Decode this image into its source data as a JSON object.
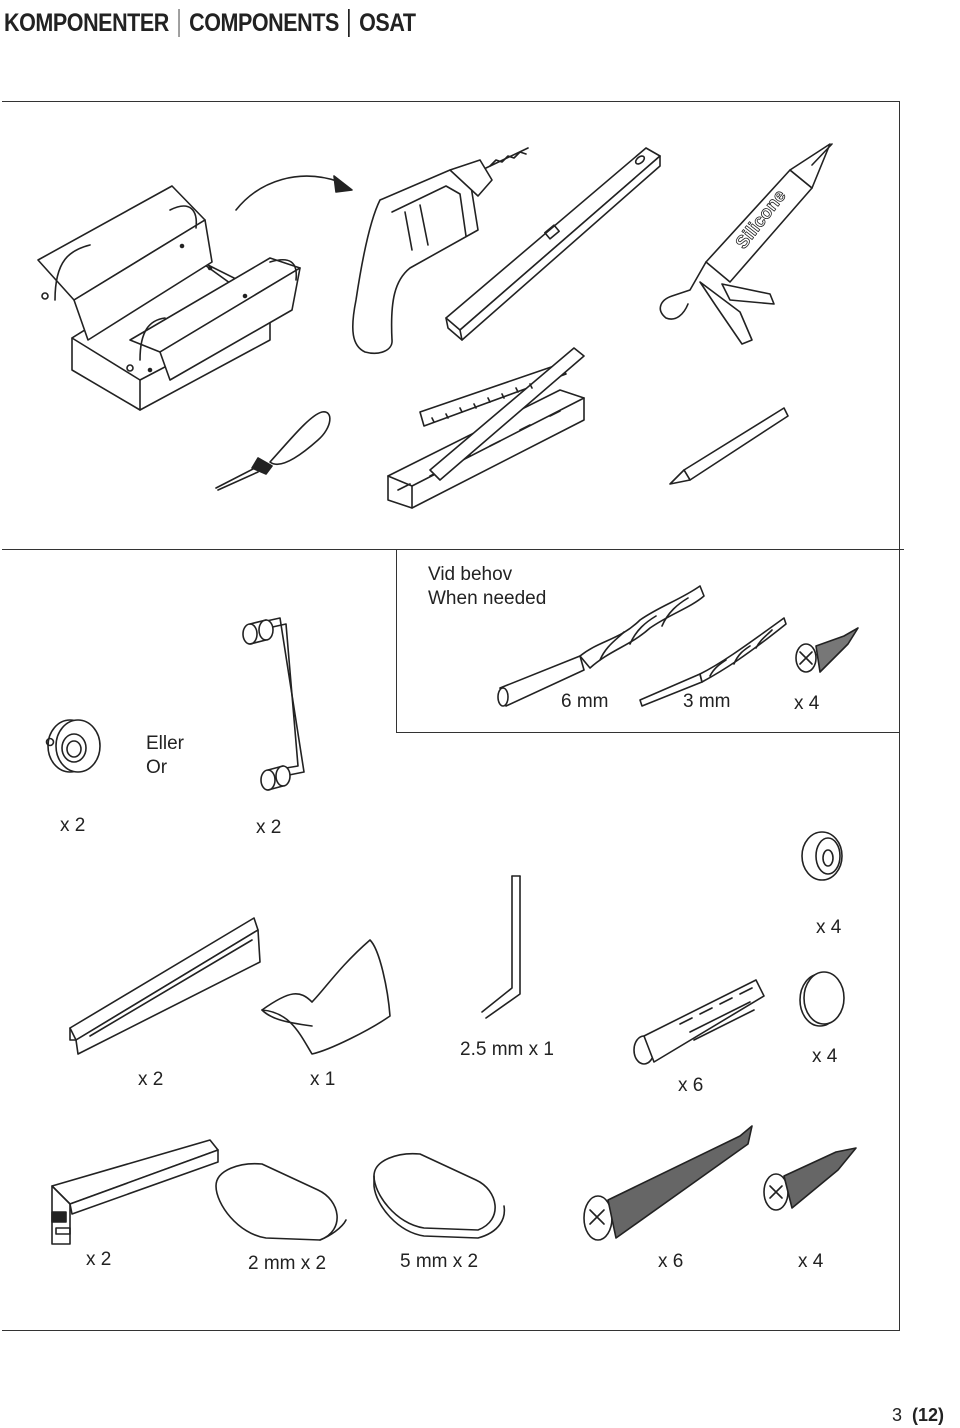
{
  "header": {
    "title_sv": "KOMPONENTER",
    "title_en": "COMPONENTS",
    "title_fi": "OSAT"
  },
  "needed_box": {
    "line1": "Vid behov",
    "line2": "When needed",
    "drill_6": "6 mm",
    "drill_3": "3 mm",
    "screw_qty": "x 4"
  },
  "parts": {
    "wall_flange_qty": "x 2",
    "or_sv": "Eller",
    "or_en": "Or",
    "rod_qty": "x 2",
    "cap_qty": "x 4",
    "profile_qty": "x 2",
    "seal_qty": "x 1",
    "hex_key": "2.5 mm x 1",
    "plug_qty": "x 6",
    "cover_qty": "x 4",
    "wall_profile_qty": "x 2",
    "pad_2mm": "2 mm x 2",
    "pad_5mm": "5 mm x 2",
    "long_screw_qty": "x 6",
    "short_screw_qty": "x 4"
  },
  "footer": {
    "page": "3",
    "total": "(12)"
  }
}
